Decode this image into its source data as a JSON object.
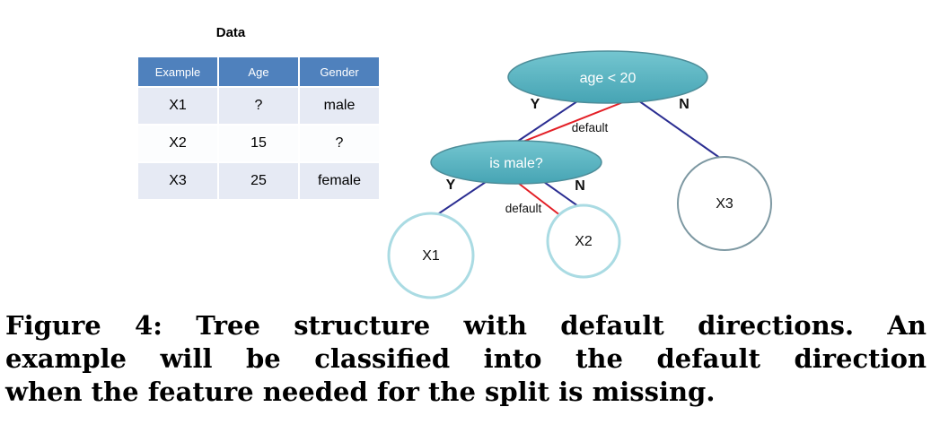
{
  "table": {
    "title": "Data",
    "headers": [
      "Example",
      "Age",
      "Gender"
    ],
    "rows": [
      [
        "X1",
        "?",
        "male"
      ],
      [
        "X2",
        "15",
        "?"
      ],
      [
        "X3",
        "25",
        "female"
      ]
    ]
  },
  "tree": {
    "root_label": "age < 20",
    "male_label": "is male?",
    "leaf_x1": "X1",
    "leaf_x2": "X2",
    "leaf_x3": "X3",
    "root_yes": "Y",
    "root_no": "N",
    "male_yes": "Y",
    "male_no": "N",
    "root_default": "default",
    "male_default": "default"
  },
  "caption": {
    "lines": [
      "Figure 4: Tree structure with default directions. An",
      "example will be classified into the default direction",
      "when the feature needed for the split is missing."
    ]
  },
  "colors": {
    "table_header_bg": "#4f81bd",
    "table_band": "#e6eaf4",
    "node_fill": "#53b2c0",
    "edge_blue": "#2b2e92",
    "edge_red": "#e31f26",
    "leaf_light_stroke": "#aadbe3",
    "leaf_gray_stroke": "#7d98a2"
  }
}
